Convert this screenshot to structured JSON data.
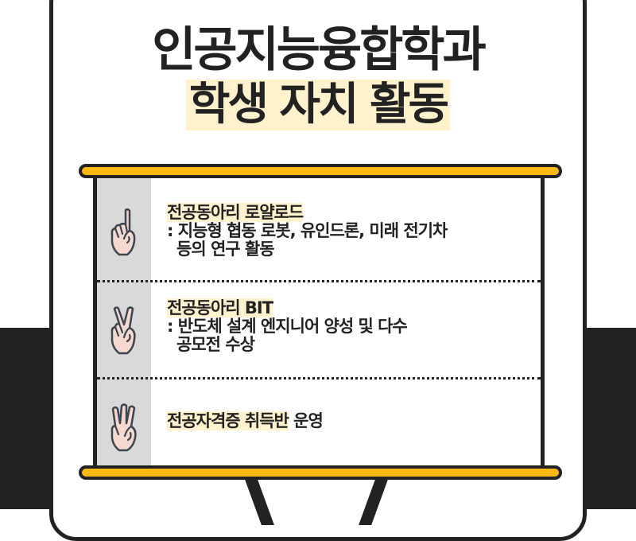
{
  "title": {
    "line1": "인공지능융합학과",
    "line2": "학생 자치 활동"
  },
  "colors": {
    "accent_yellow": "#fdb913",
    "highlight": "#fff2cc",
    "dark": "#222222",
    "icon_column": "#d9d9d9"
  },
  "items": [
    {
      "icon": "one-finger-hand-icon",
      "heading": "전공동아리 로얄로드",
      "desc_line1": ": 지능형 협동 로봇, 유인드론, 미래 전기차",
      "desc_line2": "등의 연구 활동"
    },
    {
      "icon": "two-finger-hand-icon",
      "heading": "전공동아리 BIT",
      "desc_line1": ": 반도체 설계 엔지니어 양성 및 다수",
      "desc_line2": "공모전 수상"
    },
    {
      "icon": "three-finger-hand-icon",
      "heading": "전공자격증 취득반",
      "heading_suffix": " 운영"
    }
  ]
}
